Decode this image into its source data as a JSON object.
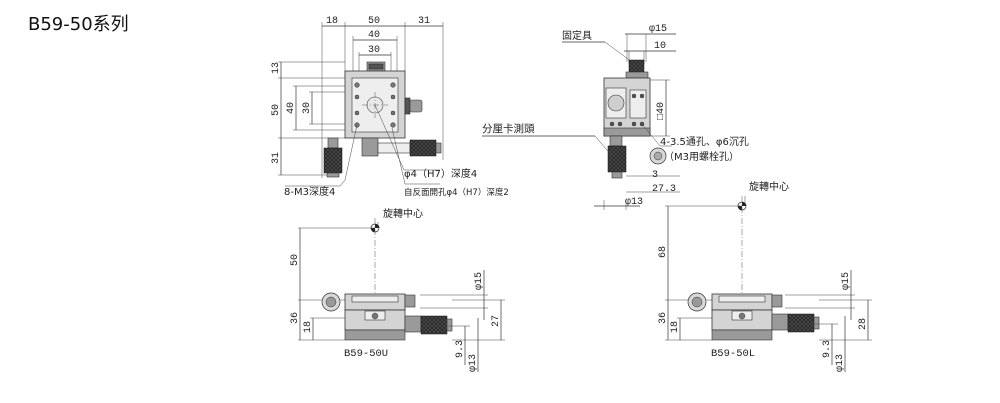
{
  "title": "B59-50系列",
  "top_view": {
    "dims_top": [
      "18",
      "50",
      "31",
      "40",
      "30"
    ],
    "dims_left": [
      "13",
      "50",
      "40",
      "30",
      "31"
    ],
    "callout_hole": "φ4（H7）深度4",
    "callout_back_hole": "自反面開孔φ4（H7）深度2",
    "callout_tapped": "8-M3深度4"
  },
  "side_view": {
    "label_fixing": "固定具",
    "label_micrometer": "分厘卡測頭",
    "dims": [
      "φ15",
      "10",
      "□40",
      "3",
      "27.3",
      "φ13"
    ],
    "callout_holes": "4-3.5通孔、φ6沉孔",
    "callout_bolt": "（M3用螺栓孔）"
  },
  "front_u": {
    "rotation_label": "旋轉中心",
    "dims": [
      "50",
      "36",
      "18",
      "φ15",
      "27",
      "9.3",
      "φ13"
    ],
    "model": "B59-50U"
  },
  "front_l": {
    "rotation_label": "旋轉中心",
    "dims": [
      "68",
      "36",
      "18",
      "φ15",
      "28",
      "9.3",
      "φ13"
    ],
    "model": "B59-50L"
  }
}
